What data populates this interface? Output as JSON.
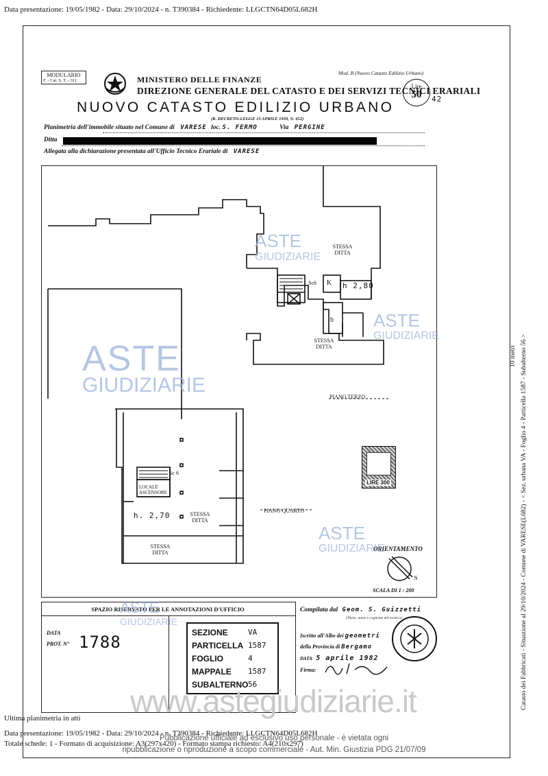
{
  "header_line": "Data presentazione: 19/05/1982 - Data: 29/10/2024 - n. T390384 - Richiedente: LLGCTN64D05L682H",
  "form": {
    "modulo_lines": [
      "MODULARIO",
      "F. - Cat. S. T. - 311"
    ],
    "mod_ref": "Mod. B (Nuovo Catasto Edilizio Urbano)",
    "ministry": "MINISTERO DELLE FINANZE",
    "direction": "DIREZIONE GENERALE DEL CATASTO E DEI SERVIZI TECNICI ERARIALI",
    "title": "NUOVO CATASTO EDILIZIO URBANO",
    "decree": "(R. DECRETO-LEGGE 13 APRILE 1939, N. 652)",
    "lire_label": "Lire",
    "lire_value": "50",
    "lire_extra": "42",
    "planimetria_label": "Planimetria dell'immobile situato nel Comune di",
    "comune_value": "VARESE",
    "loc_label": "loc.",
    "loc_value": "S. FERMO",
    "via_label": "Via",
    "via_value": "PERGINE",
    "ditta_label": "Ditta",
    "allegata_label": "Allegata alla dichiarazione presentata all'Ufficio Tecnico Erariale di",
    "allegata_value": "VARESE"
  },
  "plan": {
    "stessa_ditta": "STESSA DITTA",
    "sc6": "Sc6",
    "k": "K",
    "h_value": "h 2,80",
    "b": "b",
    "piano_terzo": "PIANO TERZO",
    "piano_quarto": "PIANO QUARTO",
    "sc_6": "Sc 6",
    "locale_ascensore": "LOCALE ASCENSORE",
    "h_value2": "h. 2,70",
    "lire_stamp": "LIRE 300",
    "orientamento": "ORIENTAMENTO",
    "n": "N",
    "scala": "SCALA DI 1 : 200"
  },
  "office": {
    "title": "SPAZIO RISERVATO PER LE ANNOTAZIONI D'UFFICIO",
    "data_label": "DATA",
    "prot_label": "PROT. N°",
    "prot_value": "1788",
    "stamp_rows": [
      {
        "label": "SEZIONE",
        "value": "VA"
      },
      {
        "label": "PARTICELLA",
        "value": "1587"
      },
      {
        "label": "FOGLIO",
        "value": "4"
      },
      {
        "label": "MAPPALE",
        "value": "1587"
      },
      {
        "label": "SUBALTERNO",
        "value": "56"
      }
    ],
    "compilata_label": "Compilata dal",
    "compilata_value": "Geom. S. Guizzetti",
    "compilata_hint": "(Titolo, nome e cognome del tecnico)",
    "iscritto_label": "Iscritto all'Albo dei",
    "iscritto_value": "geometri",
    "provincia_label": "della Provincia di",
    "provincia_value": "Bergamo",
    "data_label2": "DATA",
    "data_value": "5 aprile 1982",
    "firma_label": "Firma:"
  },
  "watermarks": {
    "aste": "ASTE",
    "giudiziarie": "GIUDIZIARIE"
  },
  "site_watermark": "www.astegiudiziarie.it",
  "footer": {
    "ultima": "Ultima planimetria in atti",
    "line1": "Data presentazione: 19/05/1982 - Data: 29/10/2024 - n. T390384 - Richiedente: LLGCTN64D05L682H",
    "line2": "Totale schede: 1 - Formato di acquisizione: A3(297x420) - Formato stampa richiesto: A4(210x297)",
    "notice1": "Pubblicazione ufficiale ad esclusivo uso personale - è vietata ogni",
    "notice2": "ripubblicazione o riproduzione a scopo commerciale - Aut. Min. Giustizia PDG 21/07/09"
  },
  "side_text": {
    "line1": "Catasto dei Fabbricati - Situazione al 29/10/2024 - Comune di VARESE(L682) - < Sez. urbana VA - Foglio 4 - Particella 1587 - Subalterno 56 >",
    "line2": "10 metri"
  }
}
